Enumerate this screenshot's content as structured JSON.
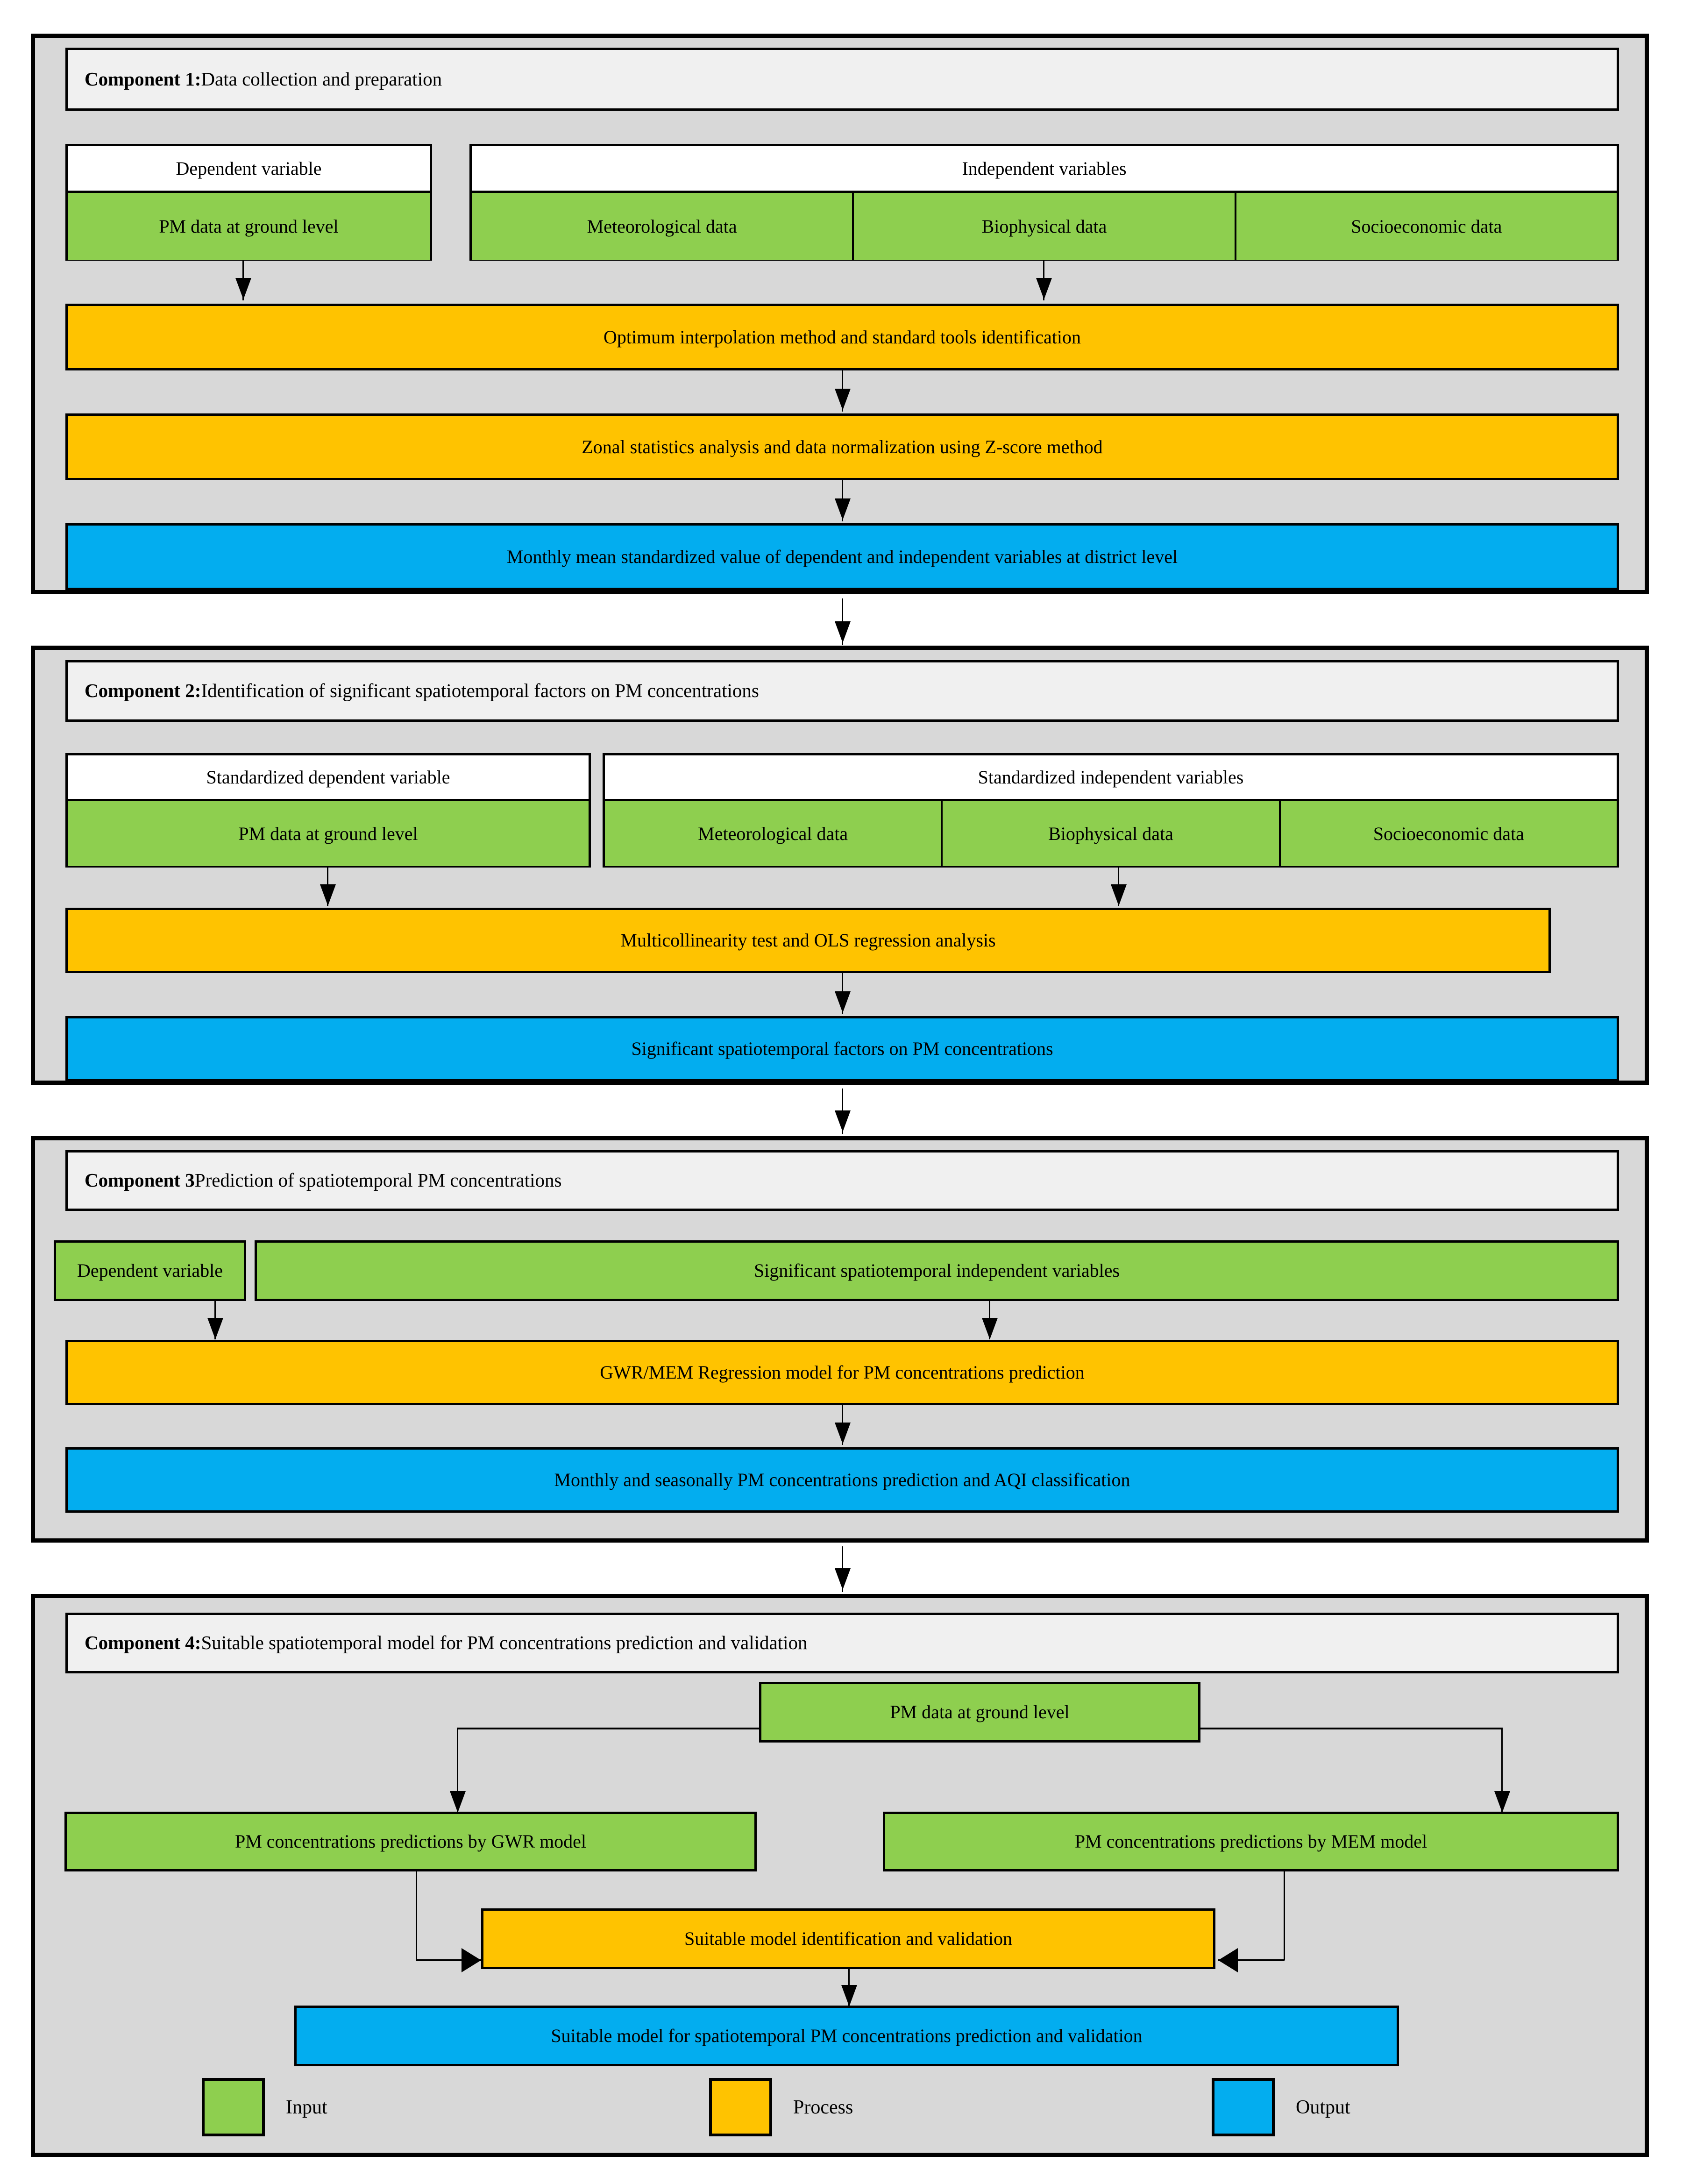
{
  "legend": {
    "items": [
      {
        "label": "Input",
        "color": "#8ecf4f"
      },
      {
        "label": "Process",
        "color": "#ffc300"
      },
      {
        "label": "Output",
        "color": "#03adef"
      }
    ]
  },
  "palette": {
    "input": "#8ecf4f",
    "process": "#ffc300",
    "output": "#03adef",
    "panel_bg": "#d8d8d8",
    "header_bg": "#f0f0f0",
    "variable_bg": "#ffffff",
    "border": "#000000"
  },
  "components": [
    {
      "id": "component-1",
      "title_bold": "Component 1:",
      "title_rest": " Data collection and preparation",
      "dependent": {
        "caption": "Dependent variable",
        "items": [
          "PM data at ground level"
        ]
      },
      "independent": {
        "caption": "Independent variables",
        "items": [
          "Meteorological data",
          "Biophysical data",
          "Socioeconomic data"
        ]
      },
      "processes": [
        "Optimum interpolation method and standard tools identification",
        "Zonal statistics analysis and data normalization using Z-score method"
      ],
      "outputs": [
        "Monthly mean standardized value of dependent and independent variables at district level"
      ]
    },
    {
      "id": "component-2",
      "title_bold": "Component 2:",
      "title_rest": " Identification of significant spatiotemporal factors on PM concentrations",
      "dependent": {
        "caption": "Standardized dependent variable",
        "items": [
          "PM data at ground level"
        ]
      },
      "independent": {
        "caption": "Standardized independent variables",
        "items": [
          "Meteorological data",
          "Biophysical data",
          "Socioeconomic data"
        ]
      },
      "processes": [
        "Multicollinearity test and OLS regression analysis"
      ],
      "outputs": [
        "Significant spatiotemporal factors on PM concentrations"
      ]
    },
    {
      "id": "component-3",
      "title_bold": "Component 3",
      "title_rest": " Prediction of spatiotemporal PM concentrations",
      "inputs": [
        "Dependent variable",
        "Significant spatiotemporal independent variables"
      ],
      "processes": [
        "GWR/MEM Regression model for PM concentrations prediction"
      ],
      "outputs": [
        "Monthly and seasonally PM concentrations prediction and AQI classification"
      ]
    },
    {
      "id": "component-4",
      "title_bold": "Component 4:",
      "title_rest": " Suitable spatiotemporal model for PM concentrations prediction and validation",
      "source": "PM data at ground level",
      "branches": [
        "PM concentrations predictions by GWR model",
        "PM concentrations predictions by MEM model"
      ],
      "processes": [
        "Suitable model identification and validation"
      ],
      "outputs": [
        "Suitable model for spatiotemporal PM concentrations prediction and validation"
      ]
    }
  ]
}
